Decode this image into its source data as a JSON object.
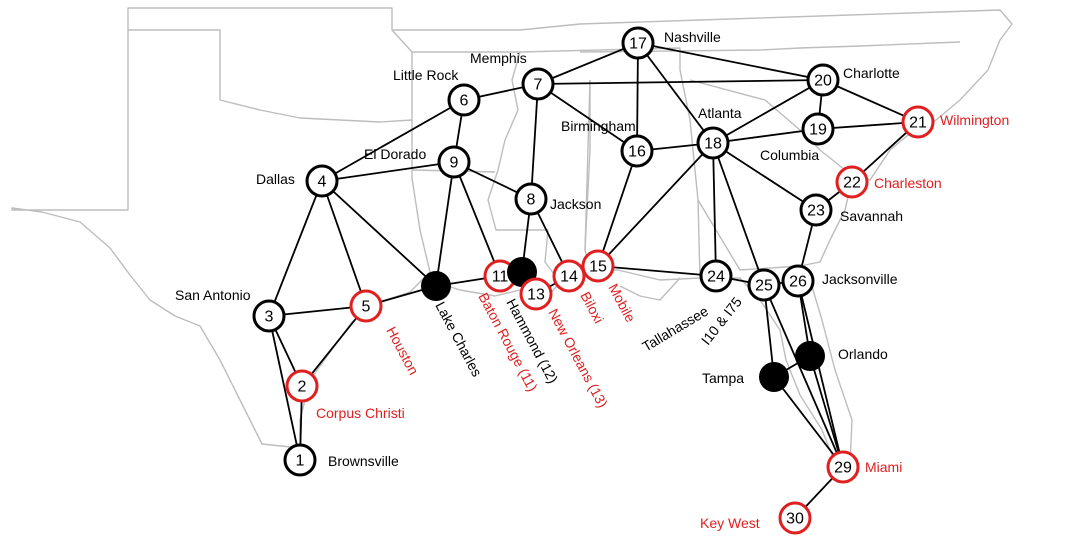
{
  "colors": {
    "normal": "#000000",
    "highlight": "#e02020",
    "state_lines": "#bdbdbd"
  },
  "nodes": [
    {
      "id": "1",
      "label": "1",
      "type": "circle",
      "color": "normal"
    },
    {
      "id": "2",
      "label": "2",
      "type": "circle",
      "color": "highlight"
    },
    {
      "id": "3",
      "label": "3",
      "type": "circle",
      "color": "normal"
    },
    {
      "id": "4",
      "label": "4",
      "type": "circle",
      "color": "normal"
    },
    {
      "id": "5",
      "label": "5",
      "type": "circle",
      "color": "highlight"
    },
    {
      "id": "6",
      "label": "6",
      "type": "circle",
      "color": "normal"
    },
    {
      "id": "7",
      "label": "7",
      "type": "circle",
      "color": "normal"
    },
    {
      "id": "8",
      "label": "8",
      "type": "circle",
      "color": "normal"
    },
    {
      "id": "9",
      "label": "9",
      "type": "circle",
      "color": "normal"
    },
    {
      "id": "LC",
      "label": "",
      "type": "dot",
      "color": "normal"
    },
    {
      "id": "11",
      "label": "11",
      "type": "circle",
      "color": "highlight"
    },
    {
      "id": "12",
      "label": "",
      "type": "dot",
      "color": "normal"
    },
    {
      "id": "13",
      "label": "13",
      "type": "circle",
      "color": "highlight"
    },
    {
      "id": "14",
      "label": "14",
      "type": "circle",
      "color": "highlight"
    },
    {
      "id": "15",
      "label": "15",
      "type": "circle",
      "color": "highlight"
    },
    {
      "id": "16",
      "label": "16",
      "type": "circle",
      "color": "normal"
    },
    {
      "id": "17",
      "label": "17",
      "type": "circle",
      "color": "normal"
    },
    {
      "id": "18",
      "label": "18",
      "type": "circle",
      "color": "normal"
    },
    {
      "id": "19",
      "label": "19",
      "type": "circle",
      "color": "normal"
    },
    {
      "id": "20",
      "label": "20",
      "type": "circle",
      "color": "normal"
    },
    {
      "id": "21",
      "label": "21",
      "type": "circle",
      "color": "highlight"
    },
    {
      "id": "22",
      "label": "22",
      "type": "circle",
      "color": "highlight"
    },
    {
      "id": "23",
      "label": "23",
      "type": "circle",
      "color": "normal"
    },
    {
      "id": "24",
      "label": "24",
      "type": "circle",
      "color": "normal"
    },
    {
      "id": "25",
      "label": "25",
      "type": "circle",
      "color": "normal"
    },
    {
      "id": "26",
      "label": "26",
      "type": "circle",
      "color": "normal"
    },
    {
      "id": "TAM",
      "label": "",
      "type": "dot",
      "color": "normal"
    },
    {
      "id": "ORL",
      "label": "",
      "type": "dot",
      "color": "normal"
    },
    {
      "id": "29",
      "label": "29",
      "type": "circle",
      "color": "highlight"
    },
    {
      "id": "30",
      "label": "30",
      "type": "circle",
      "color": "highlight"
    }
  ],
  "edges": [
    [
      "1",
      "2"
    ],
    [
      "1",
      "3"
    ],
    [
      "2",
      "3"
    ],
    [
      "2",
      "5"
    ],
    [
      "3",
      "4"
    ],
    [
      "3",
      "5"
    ],
    [
      "4",
      "5"
    ],
    [
      "4",
      "6"
    ],
    [
      "4",
      "9"
    ],
    [
      "4",
      "LC"
    ],
    [
      "5",
      "LC"
    ],
    [
      "6",
      "7"
    ],
    [
      "6",
      "9"
    ],
    [
      "7",
      "8"
    ],
    [
      "7",
      "16"
    ],
    [
      "7",
      "17"
    ],
    [
      "7",
      "20"
    ],
    [
      "9",
      "8"
    ],
    [
      "9",
      "LC"
    ],
    [
      "9",
      "11"
    ],
    [
      "LC",
      "11"
    ],
    [
      "11",
      "12"
    ],
    [
      "8",
      "12"
    ],
    [
      "8",
      "14"
    ],
    [
      "12",
      "13"
    ],
    [
      "13",
      "14"
    ],
    [
      "14",
      "15"
    ],
    [
      "15",
      "16"
    ],
    [
      "15",
      "18"
    ],
    [
      "15",
      "24"
    ],
    [
      "16",
      "18"
    ],
    [
      "16",
      "17"
    ],
    [
      "17",
      "18"
    ],
    [
      "17",
      "20"
    ],
    [
      "18",
      "20"
    ],
    [
      "18",
      "19"
    ],
    [
      "18",
      "23"
    ],
    [
      "18",
      "24"
    ],
    [
      "18",
      "25"
    ],
    [
      "19",
      "20"
    ],
    [
      "19",
      "21"
    ],
    [
      "20",
      "21"
    ],
    [
      "21",
      "22"
    ],
    [
      "22",
      "23"
    ],
    [
      "23",
      "26"
    ],
    [
      "24",
      "25"
    ],
    [
      "25",
      "26"
    ],
    [
      "25",
      "TAM"
    ],
    [
      "25",
      "29"
    ],
    [
      "26",
      "ORL"
    ],
    [
      "26",
      "29"
    ],
    [
      "TAM",
      "ORL"
    ],
    [
      "TAM",
      "29"
    ],
    [
      "ORL",
      "29"
    ],
    [
      "29",
      "30"
    ]
  ],
  "labels": [
    {
      "id": "brownsville",
      "text": "Brownsville",
      "color": "normal"
    },
    {
      "id": "corpus-christi",
      "text": "Corpus Christi",
      "color": "highlight"
    },
    {
      "id": "san-antonio",
      "text": "San Antonio",
      "color": "normal"
    },
    {
      "id": "dallas",
      "text": "Dallas",
      "color": "normal"
    },
    {
      "id": "houston",
      "text": "Houston",
      "color": "highlight"
    },
    {
      "id": "little-rock",
      "text": "Little Rock",
      "color": "normal"
    },
    {
      "id": "memphis",
      "text": "Memphis",
      "color": "normal"
    },
    {
      "id": "el-dorado",
      "text": "El Dorado",
      "color": "normal"
    },
    {
      "id": "jackson",
      "text": "Jackson",
      "color": "normal"
    },
    {
      "id": "lake-charles",
      "text": "Lake Charles",
      "color": "normal"
    },
    {
      "id": "baton-rouge",
      "text": "Baton Rouge (11)",
      "color": "highlight"
    },
    {
      "id": "hammond",
      "text": "Hammond (12)",
      "color": "normal"
    },
    {
      "id": "new-orleans",
      "text": "New Orleans (13)",
      "color": "highlight"
    },
    {
      "id": "biloxi",
      "text": "Biloxi",
      "color": "highlight"
    },
    {
      "id": "mobile",
      "text": "Mobile",
      "color": "highlight"
    },
    {
      "id": "birmingham",
      "text": "Birmingham",
      "color": "normal"
    },
    {
      "id": "nashville",
      "text": "Nashville",
      "color": "normal"
    },
    {
      "id": "atlanta",
      "text": "Atlanta",
      "color": "normal"
    },
    {
      "id": "charlotte",
      "text": "Charlotte",
      "color": "normal"
    },
    {
      "id": "columbia",
      "text": "Columbia",
      "color": "normal"
    },
    {
      "id": "wilmington",
      "text": "Wilmington",
      "color": "highlight"
    },
    {
      "id": "charleston",
      "text": "Charleston",
      "color": "highlight"
    },
    {
      "id": "savannah",
      "text": "Savannah",
      "color": "normal"
    },
    {
      "id": "tallahassee",
      "text": "Tallahassee",
      "color": "normal"
    },
    {
      "id": "i10-i75",
      "text": "I10 & I75",
      "color": "normal"
    },
    {
      "id": "jacksonville",
      "text": "Jacksonville",
      "color": "normal"
    },
    {
      "id": "orlando",
      "text": "Orlando",
      "color": "normal"
    },
    {
      "id": "tampa",
      "text": "Tampa",
      "color": "normal"
    },
    {
      "id": "miami",
      "text": "Miami",
      "color": "highlight"
    },
    {
      "id": "key-west",
      "text": "Key West",
      "color": "highlight"
    }
  ]
}
